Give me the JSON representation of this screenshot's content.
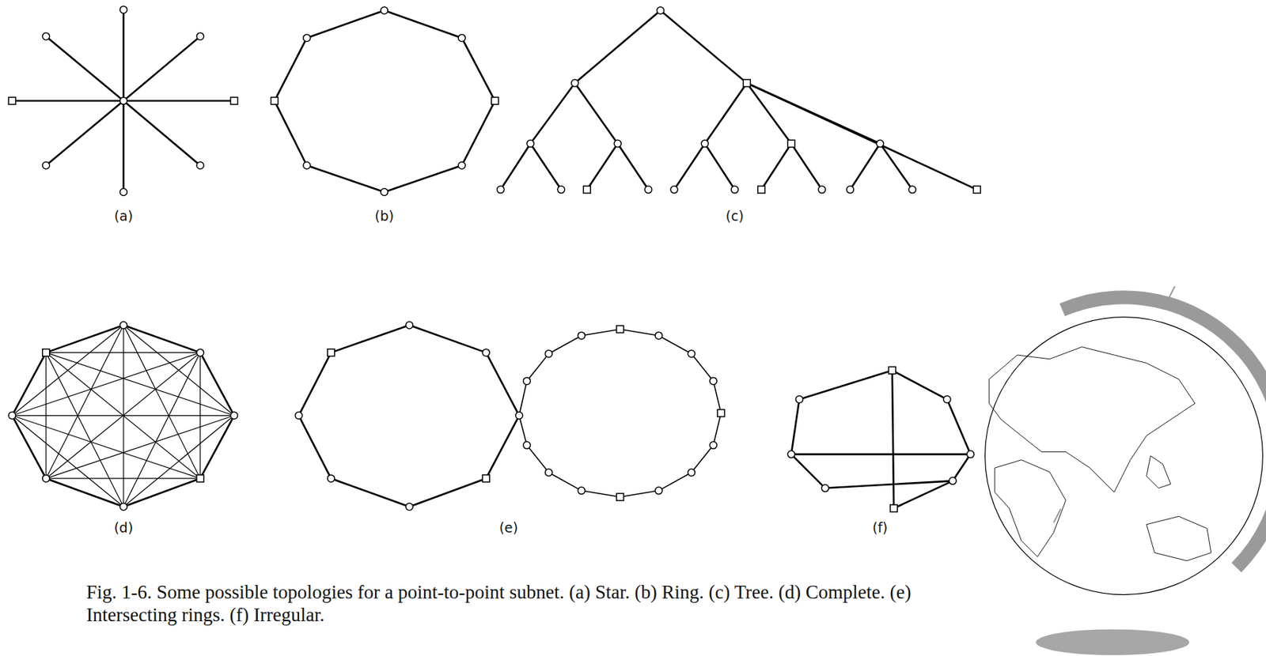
{
  "diagram": {
    "caption": "Fig. 1-6. Some possible topologies for a point-to-point subnet. (a) Star. (b) Ring. (c) Tree. (d) Complete. (e) Intersecting rings. (f) Irregular.",
    "labels": [
      "(a)",
      "(b)",
      "(c)",
      "(d)",
      "(e)",
      "(f)"
    ]
  }
}
